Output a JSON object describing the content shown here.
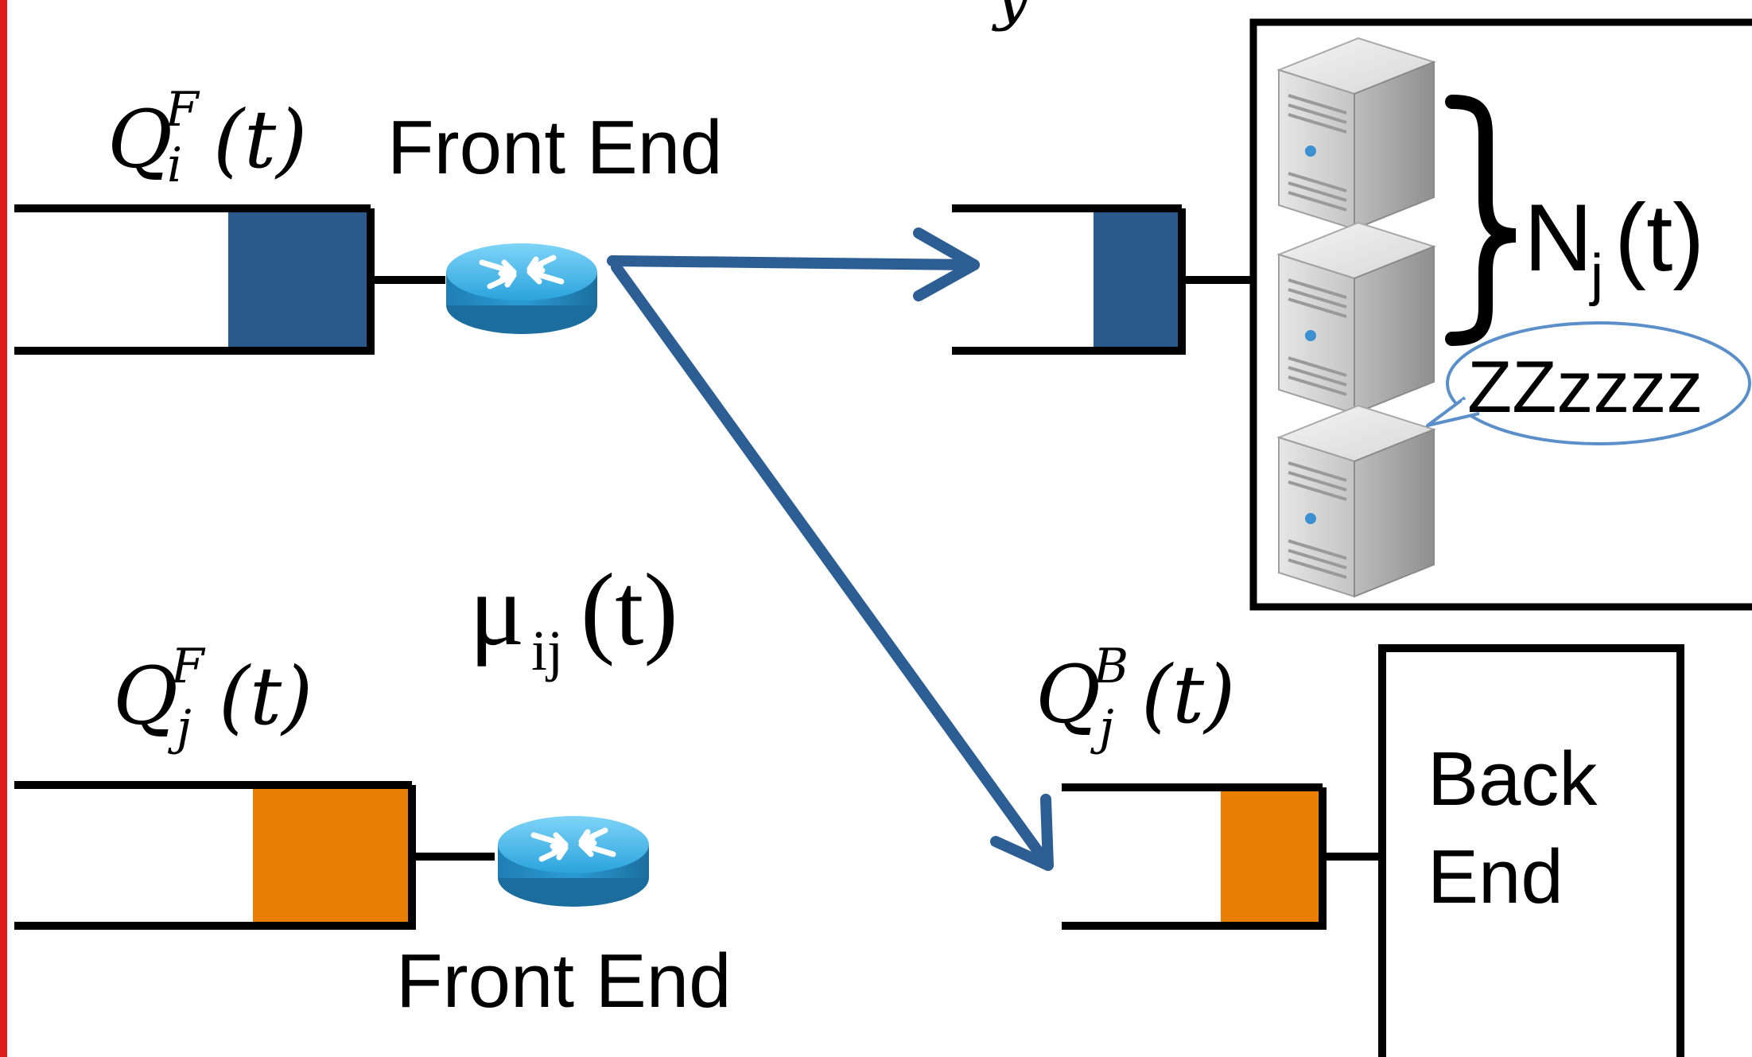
{
  "labels": {
    "front_end_top": "Front End",
    "front_end_bottom": "Front End",
    "back_end_line1": "Back",
    "back_end_line2": "End",
    "sleep": "ZZzzzz",
    "top_fragment": "y"
  },
  "math": {
    "qi_base": "Q",
    "qi_sup": "F",
    "qi_sub": "i",
    "qi_arg": "(t)",
    "qj_base": "Q",
    "qj_sup": "F",
    "qj_sub": "j",
    "qj_arg": "(t)",
    "qb_base": "Q",
    "qb_sup": "B",
    "qb_sub": "j",
    "qb_arg": "(t)",
    "mu_base": "μ",
    "mu_sub": "ij",
    "mu_arg": "(t)",
    "n_base": "N",
    "n_sub": "j",
    "n_arg": "(t)"
  },
  "colors": {
    "blue_job": "#2a5a8c",
    "orange_job": "#ea7f05",
    "arrow": "#2c5e93",
    "router": "#2fa7e0",
    "left_bar": "#e01b1b",
    "bubble": "#5b8fc9"
  },
  "icons": [
    "router-icon",
    "server-icon",
    "brace-icon"
  ]
}
